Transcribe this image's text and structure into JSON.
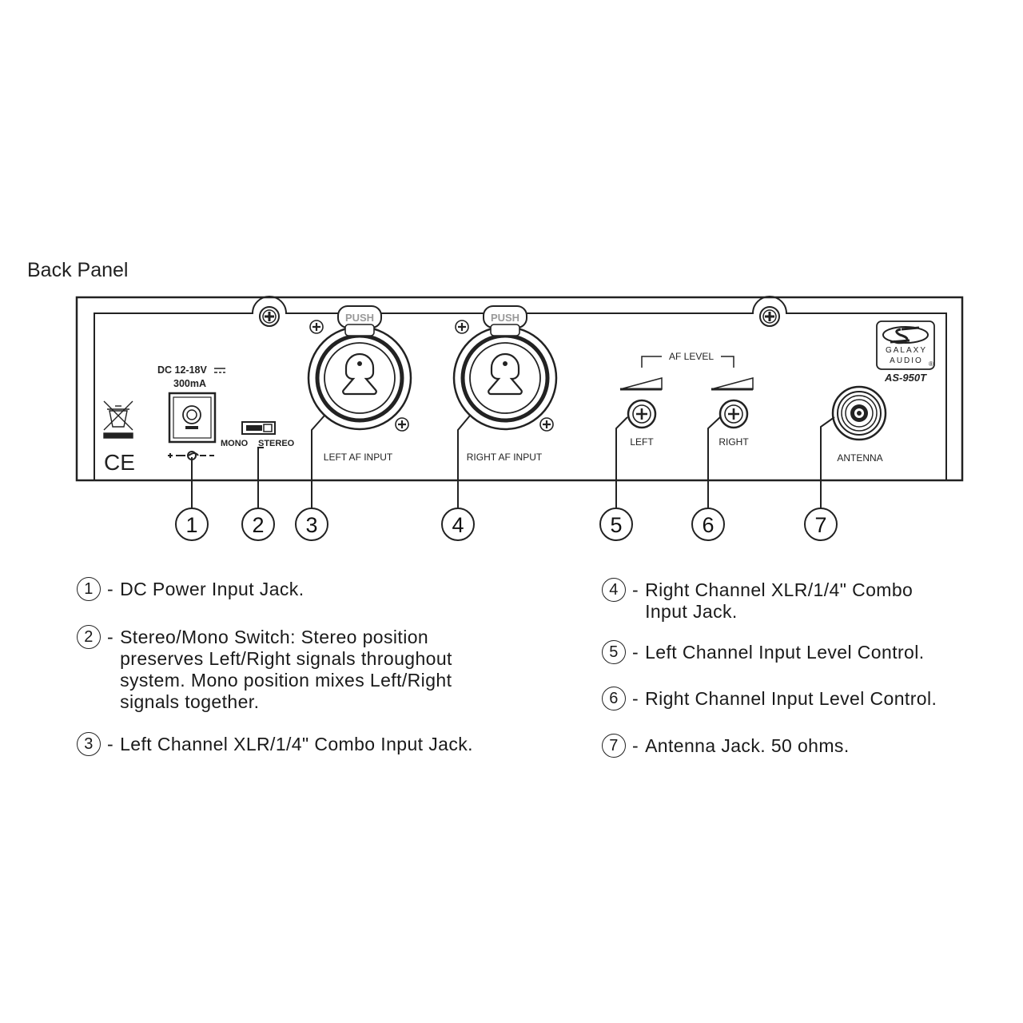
{
  "page_title": "Back Panel",
  "panel": {
    "power_label_line1": "DC  12-18V",
    "power_label_line2": "300mA",
    "switch_mono": "MONO",
    "switch_stereo": "STEREO",
    "push_left": "PUSH",
    "push_right": "PUSH",
    "left_input_label": "LEFT AF INPUT",
    "right_input_label": "RIGHT  AF INPUT",
    "af_level_label": "AF LEVEL",
    "level_left_label": "LEFT",
    "level_right_label": "RIGHT",
    "antenna_label": "ANTENNA",
    "brand_line1": "GALAXY",
    "brand_line2": "AUDIO",
    "brand_registered": "®",
    "model": "AS-950T",
    "ce_mark": "CE"
  },
  "callouts": [
    "1",
    "2",
    "3",
    "4",
    "5",
    "6",
    "7"
  ],
  "descriptions": [
    {
      "num": "1",
      "text": "DC Power Input Jack."
    },
    {
      "num": "2",
      "text": "Stereo/Mono Switch: Stereo position\npreserves Left/Right signals throughout\nsystem. Mono position mixes Left/Right\nsignals together."
    },
    {
      "num": "3",
      "text": "Left Channel XLR/1/4\" Combo Input Jack."
    },
    {
      "num": "4",
      "text": "Right Channel XLR/1/4\" Combo\nInput Jack."
    },
    {
      "num": "5",
      "text": "Left Channel Input Level Control."
    },
    {
      "num": "6",
      "text": "Right Channel Input Level Control."
    },
    {
      "num": "7",
      "text": "Antenna Jack. 50 ohms."
    }
  ],
  "dash": "-"
}
